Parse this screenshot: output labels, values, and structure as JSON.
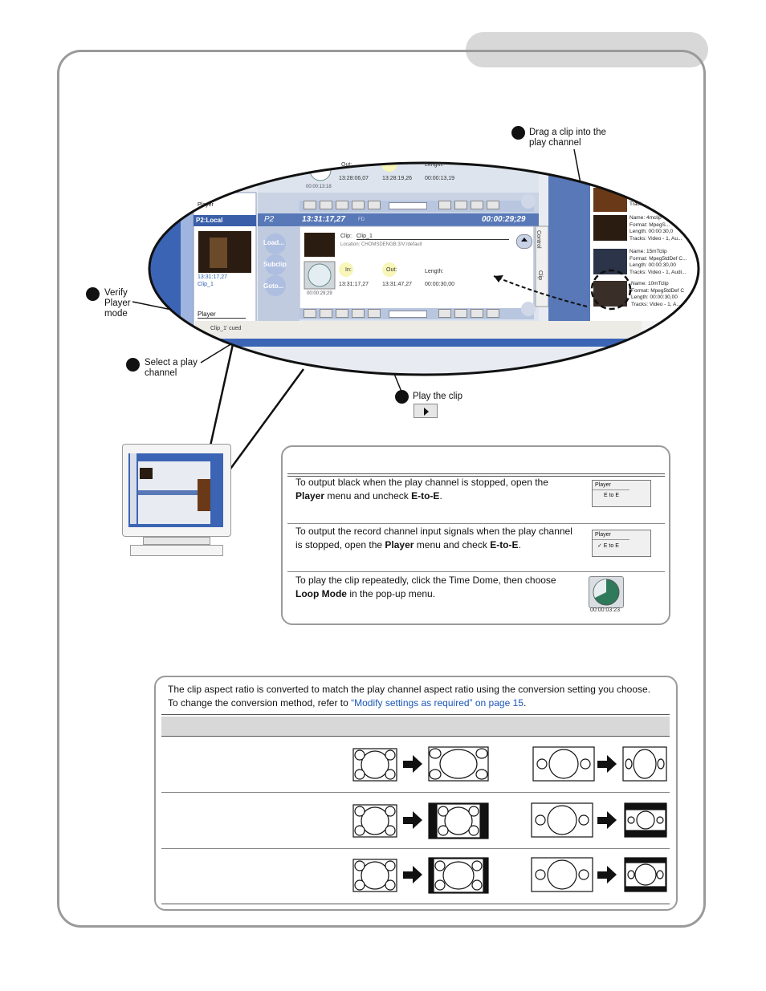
{
  "callouts": {
    "drag_clip": "Drag a clip into the play channel",
    "verify_mode": "Verify Player mode",
    "select_channel": "Select a play channel",
    "play_clip": "Play the clip"
  },
  "screenshot": {
    "top_channel": {
      "in_time": "13:28:06,07",
      "out_time": "13:28:19,26",
      "length_label": "Length:",
      "length": "00:00:13,19",
      "out_label": "Out:",
      "dome_time": "00:00:13:18"
    },
    "left_panel": {
      "player_label_top": "Player",
      "channel_name": "P2:Local",
      "timecode": "13:31:17,27",
      "clip": "Clip_1",
      "player_label": "Player",
      "status": "Clip_1' cued"
    },
    "channel": {
      "name": "P2",
      "timecode": "13:31:17,27",
      "fd": "FD",
      "remaining": "00:00:29;29",
      "buttons": [
        "Load...",
        "Subclip",
        "Goto..."
      ],
      "clip_label": "Clip:",
      "clip_name": "Clip_1",
      "location": "Location: CHOMSDENGB:3/V:/default",
      "in_label": "In:",
      "out_label": "Out:",
      "length_label": "Length:",
      "in_time": "13:31:17,27",
      "out_time": "13:31:47,27",
      "length": "00:00:30,00",
      "dome_time": "00:00:29;29"
    },
    "side_tabs": [
      "Control",
      "Clip"
    ],
    "bin_items": [
      {
        "lines": [
          "Track..."
        ]
      },
      {
        "lines": [
          "Name: 4mclip",
          "Format: MpegS...",
          "Length: 00:00:30,0",
          "Tracks: Video - 1, Au..."
        ]
      },
      {
        "lines": [
          "Name: 15mTclip",
          "Format: Mpeg5tdDef C...",
          "Length: 00:00:30,00",
          "Tracks: Video - 1, Audi..."
        ]
      },
      {
        "lines": [
          "Name: 10mTclip",
          "Format: Mpeg5tdDef C",
          "Length: 00:00:30,00",
          "Tracks: Video - 1, A..."
        ]
      }
    ]
  },
  "tips": {
    "rows": [
      {
        "text_1": "To output black when the play channel is stopped, open the ",
        "bold_1": "Player",
        "text_2": " menu and uncheck ",
        "bold_2": "E-to-E",
        "text_3": ".",
        "menu_title": "Player",
        "menu_item": "E to E"
      },
      {
        "text_1": "To output the record channel input signals when the play channel is stopped, open the ",
        "bold_1": "Player",
        "text_2": " menu and check ",
        "bold_2": "E-to-E",
        "text_3": ".",
        "menu_title": "Player",
        "menu_item": "✓ E to E"
      },
      {
        "text_1": "To play the clip repeatedly, click the Time Dome, then choose ",
        "bold_1": "Loop Mode",
        "text_2": " in the pop-up menu.",
        "bold_2": "",
        "text_3": "",
        "dome_time": "00:00:03:23"
      }
    ]
  },
  "aspect": {
    "intro_1": "The clip aspect ratio is converted to match the play channel aspect ratio using the conversion setting you choose.",
    "intro_2a": "To change the conversion method, refer to ",
    "intro_link": "“Modify settings as required” on page 15",
    "intro_2b": "."
  },
  "colors": {
    "frame_gray": "#9a9a9a",
    "tab_gray": "#d8d8d8",
    "link_blue": "#1a56b8",
    "app_blue": "#3c64b4",
    "ui_gray": "#e8ecf2"
  }
}
